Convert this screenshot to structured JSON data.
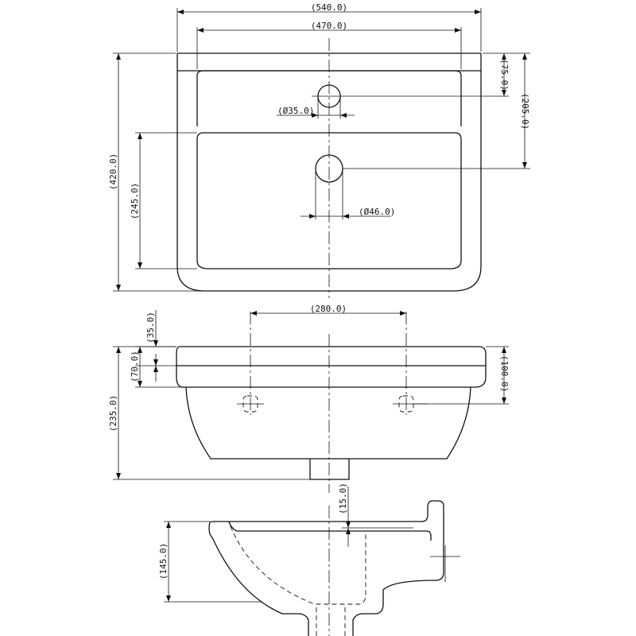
{
  "plan_view": {
    "dim_overall_width": "(540.0)",
    "dim_basin_width": "(470.0)",
    "dim_tap_hole": "(Ø35.0)",
    "dim_drain": "(Ø46.0)",
    "dim_tap_offset": "(75.0)",
    "dim_drain_offset": "(205.0)",
    "dim_overall_depth": "(420.0)",
    "dim_basin_depth": "(245.0)"
  },
  "front_view": {
    "dim_mount_spacing": "(280.0)",
    "dim_rim": "(35.0)",
    "dim_rim_band": "(70.0)",
    "dim_mount_height": "(100.0)",
    "dim_overall_height": "(235.0)"
  },
  "section_view": {
    "dim_lip": "(15.0)",
    "dim_height": "(145.0)"
  }
}
